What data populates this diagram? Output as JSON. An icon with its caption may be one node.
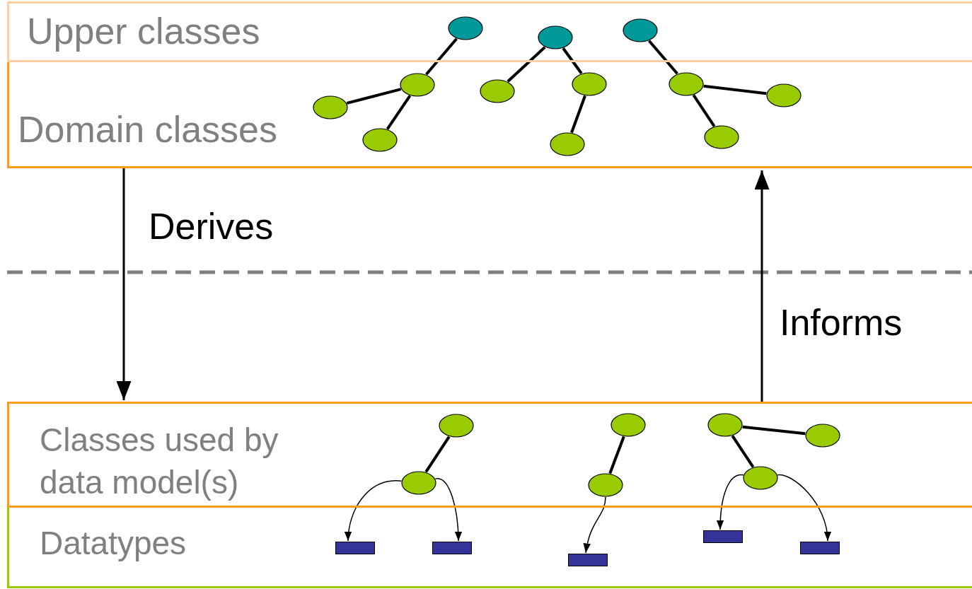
{
  "diagram": {
    "nodes": [
      {
        "text": [
          "Upper classes"
        ]
      },
      {
        "text": [
          "Domain classes"
        ]
      },
      {
        "text": [
          "Classes used by data model(s)"
        ]
      },
      {
        "text": [
          "Datatypes"
        ]
      },
      {
        "text": [],
        "shape": "ellipse",
        "in": 0
      },
      {
        "text": [],
        "shape": "ellipse",
        "in": 0
      },
      {
        "text": [],
        "shape": "ellipse",
        "in": 0
      },
      {
        "text": [],
        "shape": "ellipse",
        "in": 1
      },
      {
        "text": [],
        "shape": "ellipse",
        "in": 1
      },
      {
        "text": [],
        "shape": "ellipse",
        "in": 1
      },
      {
        "text": [],
        "shape": "ellipse",
        "in": 1
      },
      {
        "text": [],
        "shape": "ellipse",
        "in": 1
      },
      {
        "text": [],
        "shape": "ellipse",
        "in": 1
      },
      {
        "text": [],
        "shape": "ellipse",
        "in": 1
      },
      {
        "text": [],
        "shape": "ellipse",
        "in": 1
      },
      {
        "text": [],
        "shape": "ellipse",
        "in": 1
      },
      {
        "text": [],
        "shape": "ellipse",
        "in": 2
      },
      {
        "text": [],
        "shape": "ellipse",
        "in": 2
      },
      {
        "text": [],
        "shape": "ellipse",
        "in": 2
      },
      {
        "text": [],
        "shape": "ellipse",
        "in": 2
      },
      {
        "text": [],
        "shape": "ellipse",
        "in": 2
      },
      {
        "text": [],
        "shape": "ellipse",
        "in": 2
      },
      {
        "text": [],
        "shape": "ellipse",
        "in": 2
      },
      {
        "text": [],
        "shape": "bar",
        "in": 3
      },
      {
        "text": [],
        "shape": "bar",
        "in": 3
      },
      {
        "text": [],
        "shape": "bar",
        "in": 3
      },
      {
        "text": [],
        "shape": "bar",
        "in": 3
      },
      {
        "text": [],
        "shape": "bar",
        "in": 3
      }
    ],
    "edges": [
      {
        "from": 4,
        "to": 7,
        "arrow": "none"
      },
      {
        "from": 7,
        "to": 8,
        "arrow": "none"
      },
      {
        "from": 7,
        "to": 9,
        "arrow": "none"
      },
      {
        "from": 5,
        "to": 10,
        "arrow": "none"
      },
      {
        "from": 5,
        "to": 11,
        "arrow": "none"
      },
      {
        "from": 11,
        "to": 12,
        "arrow": "none"
      },
      {
        "from": 6,
        "to": 13,
        "arrow": "none"
      },
      {
        "from": 13,
        "to": 14,
        "arrow": "none"
      },
      {
        "from": 13,
        "to": 15,
        "arrow": "none"
      },
      {
        "from": 16,
        "to": 17,
        "arrow": "none"
      },
      {
        "from": 18,
        "to": 19,
        "arrow": "none"
      },
      {
        "from": 20,
        "to": 21,
        "arrow": "none"
      },
      {
        "from": 20,
        "to": 22,
        "arrow": "none"
      },
      {
        "from": 17,
        "to": 23,
        "arrow": "to"
      },
      {
        "from": 17,
        "to": 24,
        "arrow": "to"
      },
      {
        "from": 19,
        "to": 25,
        "arrow": "to"
      },
      {
        "from": 22,
        "to": 26,
        "arrow": "to"
      },
      {
        "from": 22,
        "to": 27,
        "arrow": "to"
      },
      {
        "from": 1,
        "to": 2,
        "arrow": "to",
        "label": "Derives"
      },
      {
        "from": 2,
        "to": 1,
        "arrow": "to",
        "label": "Informs"
      }
    ]
  }
}
